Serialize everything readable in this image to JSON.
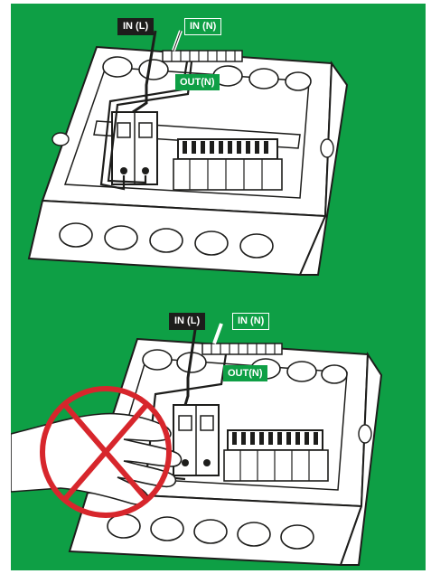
{
  "colors": {
    "background": "#0e9f45",
    "label_dark": "#1d1d1b",
    "label_green": "#0e9f45",
    "label_white_text": "#ffffff",
    "line": "#1d1d1b",
    "box_fill": "#ffffff",
    "prohibit_red": "#d7262c"
  },
  "panels": [
    {
      "state": "correct",
      "labels": {
        "in_l": "IN (L)",
        "in_n": "IN (N)",
        "out_n": "OUT(N)"
      }
    },
    {
      "state": "prohibited",
      "labels": {
        "in_l": "IN (L)",
        "in_n": "IN (N)",
        "out_n": "OUT(N)"
      },
      "prohibition_icon": "red-circle-cross-icon"
    }
  ]
}
